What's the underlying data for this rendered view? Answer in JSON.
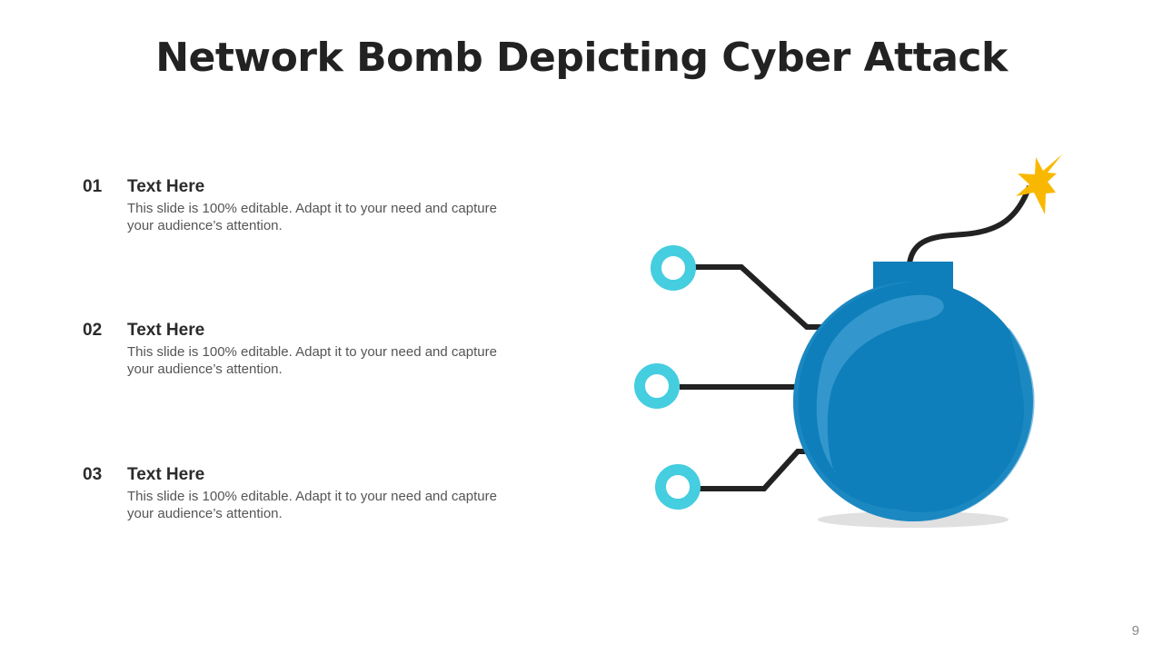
{
  "title": "Network Bomb Depicting Cyber Attack",
  "items": [
    {
      "number": "01",
      "heading": "Text Here",
      "description": "This slide is 100% editable. Adapt it to your need and capture your audience’s attention."
    },
    {
      "number": "02",
      "heading": "Text Here",
      "description": "This slide is 100% editable. Adapt it to your need and capture your audience’s attention."
    },
    {
      "number": "03",
      "heading": "Text Here",
      "description": "This slide is 100% editable. Adapt it to your need and capture your audience’s attention."
    }
  ],
  "page_number": "9",
  "colors": {
    "bomb": "#0e7fba",
    "node": "#45cde0",
    "wire": "#222222",
    "spark": "#f9b800"
  }
}
